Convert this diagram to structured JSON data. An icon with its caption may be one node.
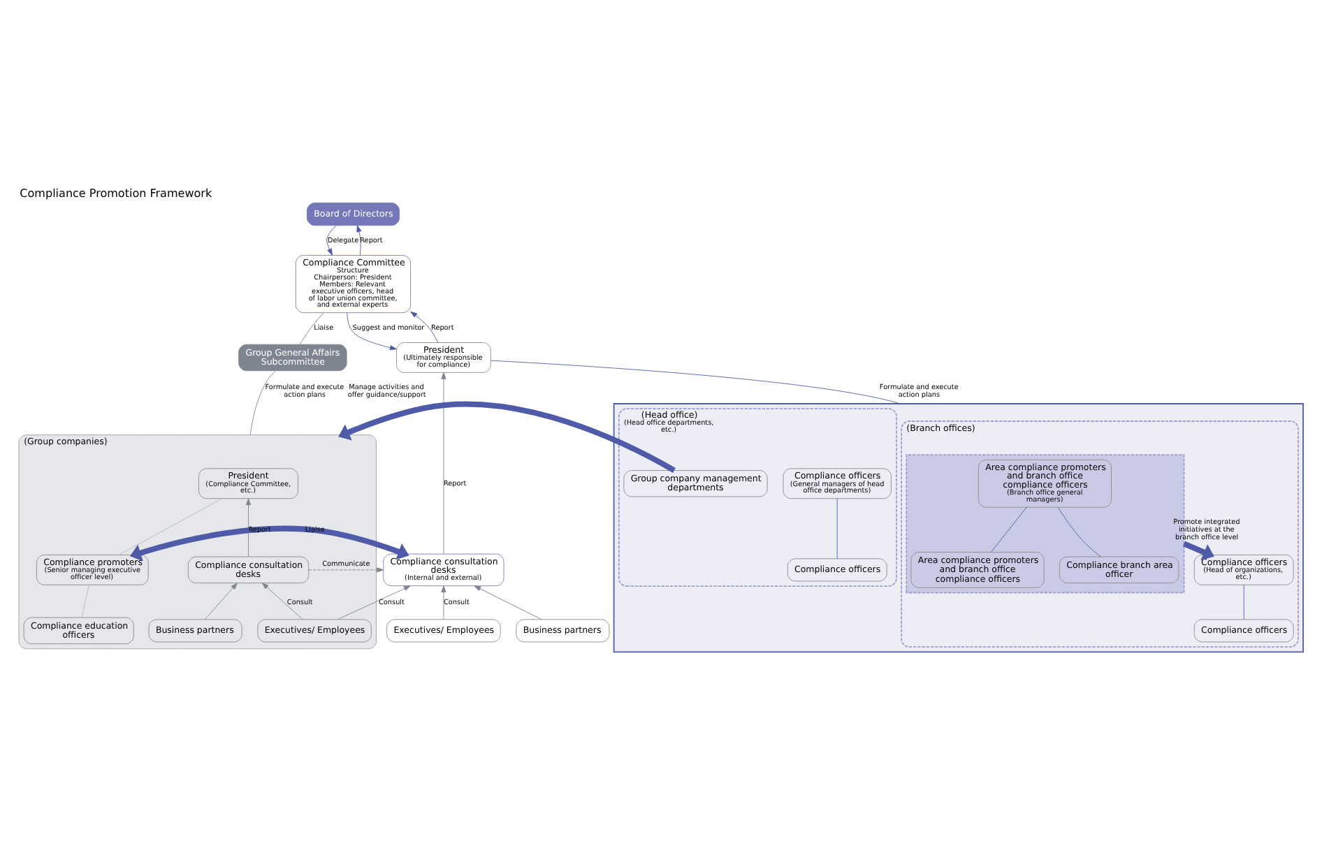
{
  "diagram": {
    "title": "Compliance Promotion Framework",
    "nodes": [
      {
        "text": [
          "Board of Directors"
        ]
      },
      {
        "text": [
          "Compliance Committee",
          "Structure",
          "Chairperson: President",
          "Members: Relevant executive officers, head of labor union committee, and external experts"
        ]
      },
      {
        "text": [
          "Group General Affairs Subcommittee"
        ]
      },
      {
        "text": [
          "President",
          "(Ultimately responsible for compliance)"
        ]
      },
      {
        "text": [],
        "shape": "box"
      },
      {
        "text": [
          "(Branch offices)"
        ],
        "in": 4
      },
      {
        "text": [],
        "shape": "box",
        "in": 5
      },
      {
        "text": [
          "Area compliance promoters and branch office compliance officers",
          "(Branch office general managers)"
        ],
        "in": 6
      },
      {
        "text": [
          "Area compliance promoters and branch office compliance officers"
        ],
        "in": 6
      },
      {
        "text": [
          "Compliance branch area officer"
        ],
        "in": 6
      },
      {
        "text": [
          "Compliance officers",
          "(Head of organizations, etc.)"
        ],
        "in": 5
      },
      {
        "text": [
          "Compliance officers"
        ],
        "in": 5
      },
      {
        "text": [
          "(Head office)",
          "(Head office departments, etc.)"
        ],
        "in": 4
      },
      {
        "text": [
          "Compliance officers",
          "(General managers of head office departments)"
        ],
        "in": 12
      },
      {
        "text": [
          "Compliance officers"
        ],
        "in": 12
      },
      {
        "text": [
          "Group company management departments"
        ],
        "in": 12
      },
      {
        "text": [
          "Compliance consultation desks",
          "(Internal and external)"
        ]
      },
      {
        "text": [
          "Executives/ Employees"
        ]
      },
      {
        "text": [
          "Business partners"
        ]
      },
      {
        "text": [
          "(Group companies)"
        ]
      },
      {
        "text": [
          "President",
          "(Compliance Committee, etc.)"
        ],
        "in": 19
      },
      {
        "text": [
          "Compliance promoters",
          "(Senior managing executive officer level)"
        ],
        "in": 19
      },
      {
        "text": [
          "Compliance education officers"
        ],
        "in": 19
      },
      {
        "text": [
          "Compliance consultation desks"
        ],
        "in": 19
      },
      {
        "text": [
          "Executives/ Employees"
        ],
        "in": 19
      },
      {
        "text": [
          "Business partners"
        ],
        "in": 19
      }
    ],
    "edges": [
      {
        "from": 0,
        "to": 1,
        "arrow": "to",
        "label": "Delegate",
        "color": "#4f5aa8"
      },
      {
        "from": 1,
        "to": 0,
        "arrow": "to",
        "label": "Report",
        "color": "#4f5aa8"
      },
      {
        "from": 1,
        "to": 2,
        "arrow": "none",
        "label": "Liaise",
        "color": "#7f8590"
      },
      {
        "from": 1,
        "to": 3,
        "arrow": "to",
        "label": "Suggest and monitor",
        "color": "#4f5aa8"
      },
      {
        "from": 3,
        "to": 1,
        "arrow": "to",
        "label": "Report",
        "color": "#4f5aa8"
      },
      {
        "from": 2,
        "to": 19,
        "arrow": "none",
        "label": "Formulate and execute action plans",
        "color": "#7f8590"
      },
      {
        "from": 3,
        "to": 4,
        "arrow": "none",
        "label": "Formulate and execute action plans",
        "color": "#4f5aa8"
      },
      {
        "from": 7,
        "to": 8,
        "arrow": "none",
        "color": "#4f5aa8"
      },
      {
        "from": 7,
        "to": 9,
        "arrow": "none",
        "color": "#4f5aa8"
      },
      {
        "from": 6,
        "to": 10,
        "arrow": "to",
        "label": "Promote integrated initiatives at the branch office level",
        "style": "thick",
        "color": "#4f5aa8"
      },
      {
        "from": 10,
        "to": 11,
        "arrow": "none",
        "color": "#4f5aa8"
      },
      {
        "from": 13,
        "to": 14,
        "arrow": "none",
        "color": "#4f5aa8"
      },
      {
        "from": 15,
        "to": 19,
        "arrow": "to",
        "label": "Manage activities and offer guidance/support",
        "style": "thick",
        "color": "#4f5aa8"
      },
      {
        "from": 16,
        "to": 3,
        "arrow": "to",
        "label": "Report",
        "color": "#7f8590"
      },
      {
        "from": 17,
        "to": 16,
        "arrow": "to",
        "label": "Consult",
        "color": "#7f8590"
      },
      {
        "from": 18,
        "to": 16,
        "arrow": "to",
        "color": "#7f8590"
      },
      {
        "from": 24,
        "to": 16,
        "arrow": "to",
        "label": "Consult",
        "color": "#7f8590"
      },
      {
        "from": 23,
        "to": 16,
        "arrow": "to",
        "label": "Communicate",
        "style": "dashed",
        "color": "#7f8590"
      },
      {
        "from": 16,
        "to": 21,
        "arrow": "both",
        "label": "Liaise",
        "style": "thick",
        "color": "#4f5aa8"
      },
      {
        "from": 20,
        "to": 21,
        "arrow": "none",
        "color": "#b4b7bf"
      },
      {
        "from": 21,
        "to": 22,
        "arrow": "none",
        "color": "#b4b7bf"
      },
      {
        "from": 23,
        "to": 20,
        "arrow": "to",
        "label": "Report",
        "color": "#7f8590"
      },
      {
        "from": 24,
        "to": 23,
        "arrow": "to",
        "label": "Consult",
        "color": "#7f8590"
      },
      {
        "from": 25,
        "to": 23,
        "arrow": "to",
        "color": "#7f8590"
      }
    ]
  }
}
